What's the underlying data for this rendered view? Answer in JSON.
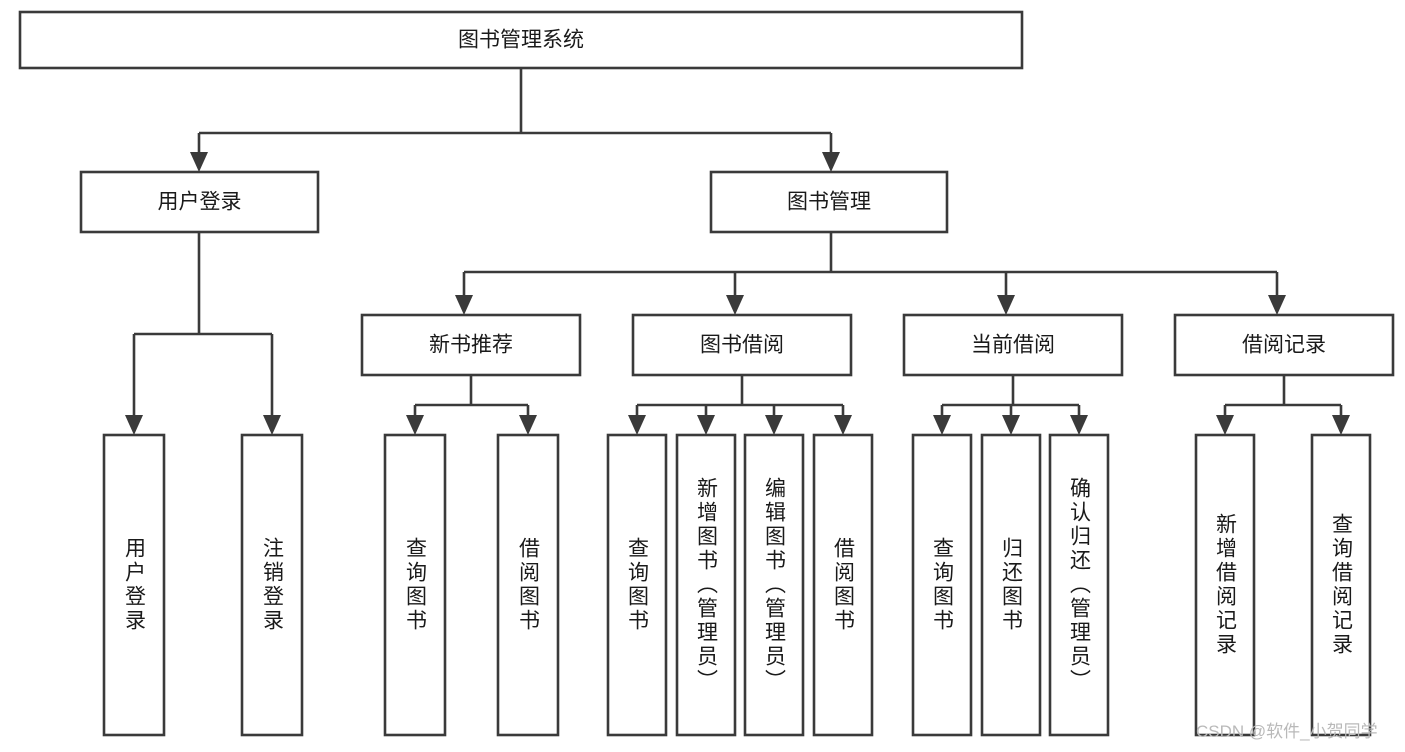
{
  "diagram": {
    "title_node": {
      "label": "图书管理系统"
    },
    "level2": [
      {
        "id": "user-login",
        "label": "用户登录"
      },
      {
        "id": "book-management",
        "label": "图书管理"
      }
    ],
    "level3": [
      {
        "id": "new-book-recommend",
        "label": "新书推荐"
      },
      {
        "id": "book-borrow",
        "label": "图书借阅"
      },
      {
        "id": "current-borrow",
        "label": "当前借阅"
      },
      {
        "id": "borrow-record",
        "label": "借阅记录"
      }
    ],
    "leaves": {
      "user_login": [
        {
          "id": "leaf-user-login",
          "label": "用户登录"
        },
        {
          "id": "leaf-logout-login",
          "label": "注销登录"
        }
      ],
      "new_book_recommend": [
        {
          "id": "leaf-query-book-1",
          "label": "查询图书"
        },
        {
          "id": "leaf-borrow-book-1",
          "label": "借阅图书"
        }
      ],
      "book_borrow": [
        {
          "id": "leaf-query-book-2",
          "label": "查询图书"
        },
        {
          "id": "leaf-add-book",
          "label": "新增图书（管理员）"
        },
        {
          "id": "leaf-edit-book",
          "label": "编辑图书（管理员）"
        },
        {
          "id": "leaf-borrow-book-2",
          "label": "借阅图书"
        }
      ],
      "current_borrow": [
        {
          "id": "leaf-query-book-3",
          "label": "查询图书"
        },
        {
          "id": "leaf-return-book",
          "label": "归还图书"
        },
        {
          "id": "leaf-confirm-return",
          "label": "确认归还（管理员）"
        }
      ],
      "borrow_record": [
        {
          "id": "leaf-add-record",
          "label": "新增借阅记录"
        },
        {
          "id": "leaf-query-record",
          "label": "查询借阅记录"
        }
      ]
    }
  },
  "watermark": {
    "text": "CSDN @软件_小贺同学"
  },
  "colors": {
    "box_stroke": "#3a3a3a",
    "box_fill": "#ffffff",
    "text": "#1a1a1a",
    "background": "#ffffff",
    "watermark": "#b9b9b9"
  }
}
